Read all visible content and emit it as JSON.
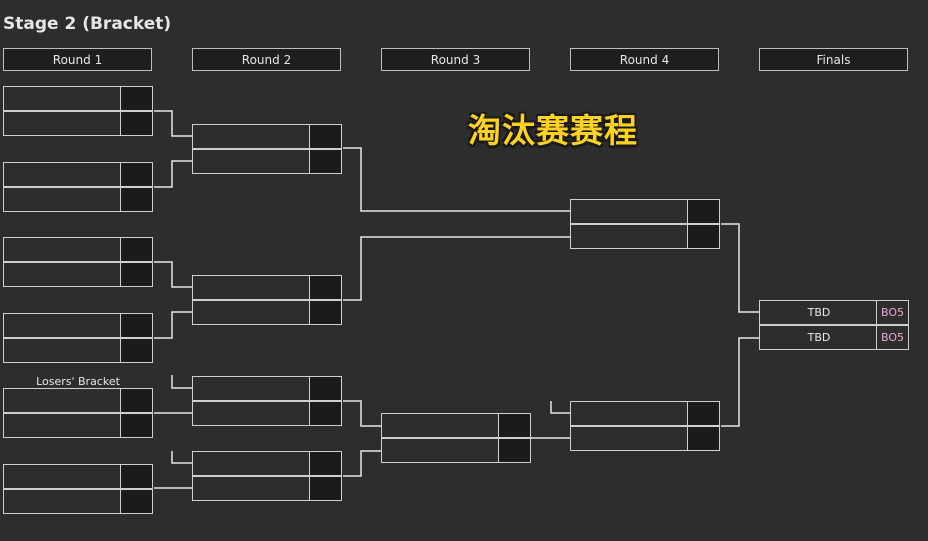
{
  "stage_title": "Stage 2 (Bracket)",
  "banner": "淘汰赛赛程",
  "rounds": [
    "Round 1",
    "Round 2",
    "Round 3",
    "Round 4",
    "Finals"
  ],
  "losers_label": "Losers' Bracket",
  "finals": {
    "teams": [
      "TBD",
      "TBD"
    ],
    "format": [
      "BO5",
      "BO5"
    ]
  }
}
